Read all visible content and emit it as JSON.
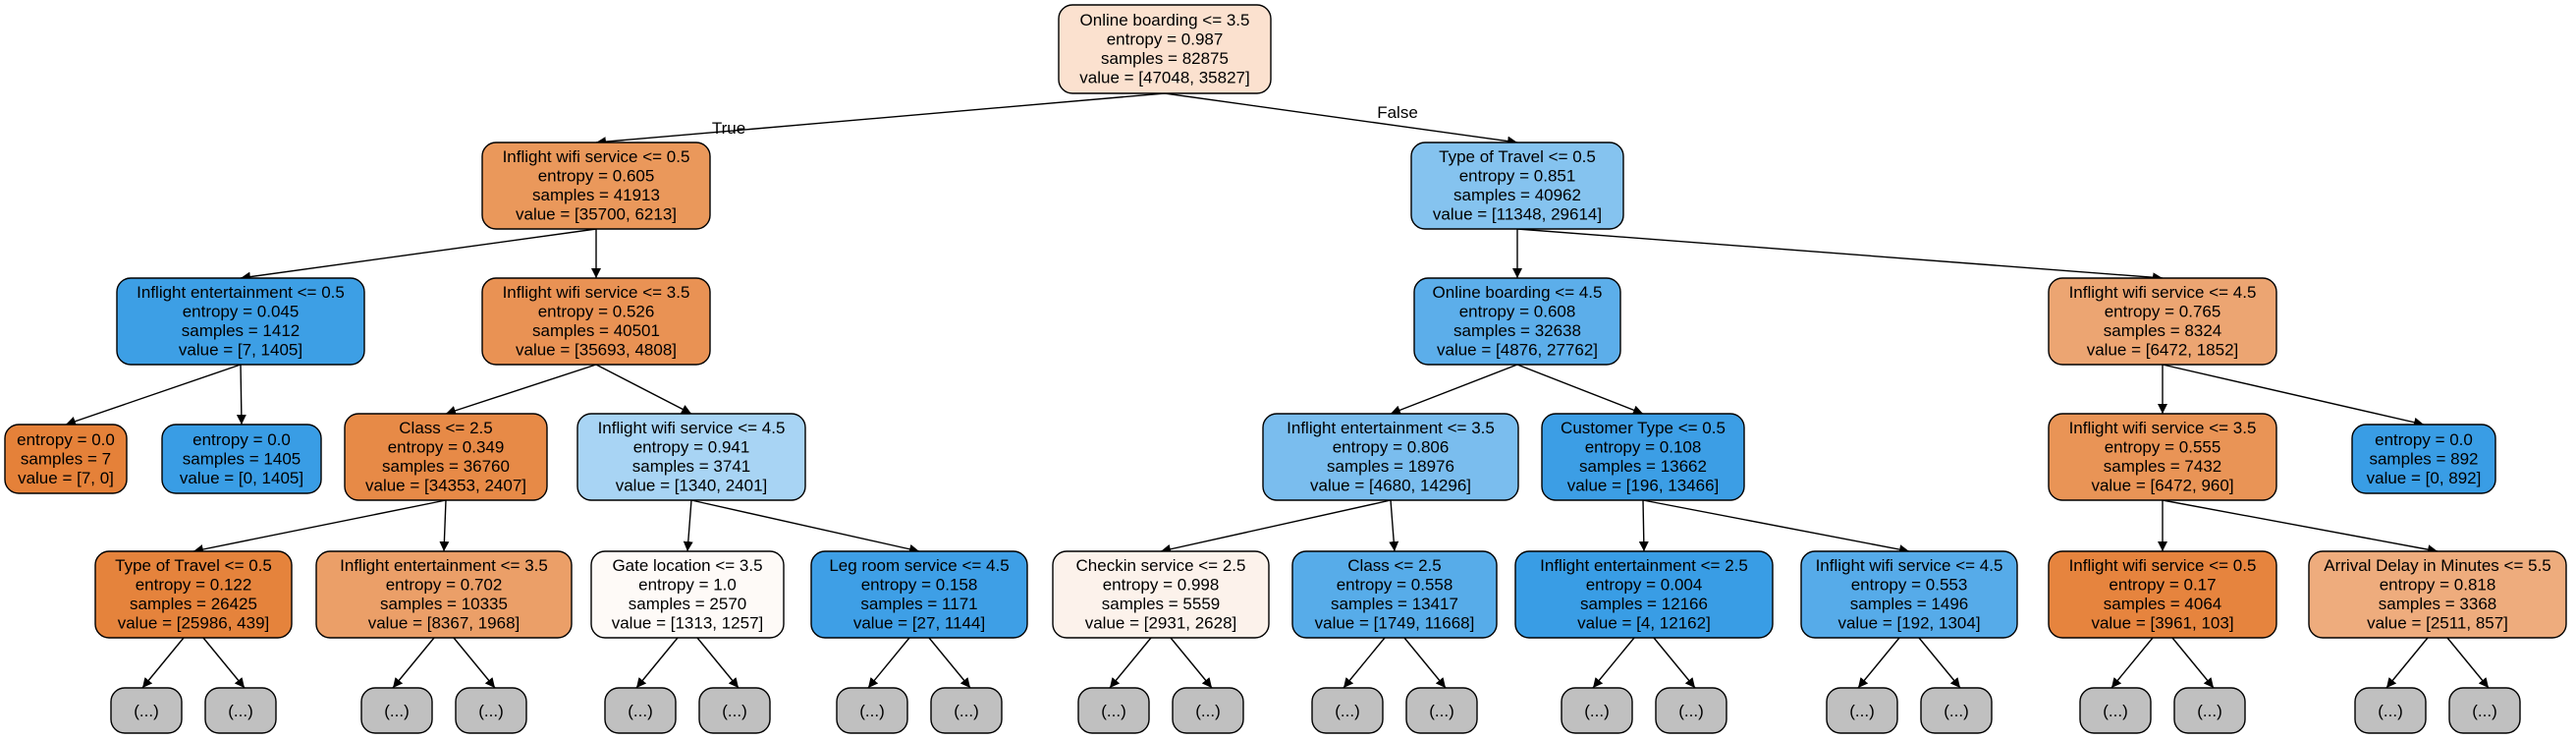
{
  "tree": {
    "nodes": [
      {
        "id": "root",
        "lines": [
          "Online boarding <= 3.5",
          "entropy = 0.987",
          "samples = 82875",
          "value = [47048, 35827]"
        ],
        "fill": "#fbe1cf"
      },
      {
        "id": "n1",
        "lines": [
          "Inflight wifi service <= 0.5",
          "entropy = 0.605",
          "samples = 41913",
          "value = [35700, 6213]"
        ],
        "fill": "#ea985b"
      },
      {
        "id": "n2",
        "lines": [
          "Type of Travel <= 0.5",
          "entropy = 0.851",
          "samples = 40962",
          "value = [11348, 29614]"
        ],
        "fill": "#85c3ef"
      },
      {
        "id": "n3",
        "lines": [
          "Inflight entertainment <= 0.5",
          "entropy = 0.045",
          "samples = 1412",
          "value = [7, 1405]"
        ],
        "fill": "#3d9fe5"
      },
      {
        "id": "n4",
        "lines": [
          "Inflight wifi service <= 3.5",
          "entropy = 0.526",
          "samples = 40501",
          "value = [35693, 4808]"
        ],
        "fill": "#e99254"
      },
      {
        "id": "n5",
        "lines": [
          "Online boarding <= 4.5",
          "entropy = 0.608",
          "samples = 32638",
          "value = [4876, 27762]"
        ],
        "fill": "#5caeea"
      },
      {
        "id": "n6",
        "lines": [
          "Inflight wifi service <= 4.5",
          "entropy = 0.765",
          "samples = 8324",
          "value = [6472, 1852]"
        ],
        "fill": "#eca572"
      },
      {
        "id": "n7",
        "lines": [
          "entropy = 0.0",
          "samples = 7",
          "value = [7, 0]"
        ],
        "fill": "#e58139"
      },
      {
        "id": "n8",
        "lines": [
          "entropy = 0.0",
          "samples = 1405",
          "value = [0, 1405]"
        ],
        "fill": "#399de5"
      },
      {
        "id": "n9",
        "lines": [
          "Class <= 2.5",
          "entropy = 0.349",
          "samples = 36760",
          "value = [34353, 2407]"
        ],
        "fill": "#e78a47"
      },
      {
        "id": "n10",
        "lines": [
          "Inflight wifi service <= 4.5",
          "entropy = 0.941",
          "samples = 3741",
          "value = [1340, 2401]"
        ],
        "fill": "#a8d4f4"
      },
      {
        "id": "n11",
        "lines": [
          "Inflight entertainment <= 3.5",
          "entropy = 0.806",
          "samples = 18976",
          "value = [4680, 14296]"
        ],
        "fill": "#7abdee"
      },
      {
        "id": "n12",
        "lines": [
          "Customer Type <= 0.5",
          "entropy = 0.108",
          "samples = 13662",
          "value = [196, 13466]"
        ],
        "fill": "#3c9ee5"
      },
      {
        "id": "n13",
        "lines": [
          "Inflight wifi service <= 3.5",
          "entropy = 0.555",
          "samples = 7432",
          "value = [6472, 960]"
        ],
        "fill": "#e99456"
      },
      {
        "id": "n14",
        "lines": [
          "entropy = 0.0",
          "samples = 892",
          "value = [0, 892]"
        ],
        "fill": "#399de5"
      },
      {
        "id": "n15",
        "lines": [
          "Type of Travel <= 0.5",
          "entropy = 0.122",
          "samples = 26425",
          "value = [25986, 439]"
        ],
        "fill": "#e5833c"
      },
      {
        "id": "n16",
        "lines": [
          "Inflight entertainment <= 3.5",
          "entropy = 0.702",
          "samples = 10335",
          "value = [8367, 1968]"
        ],
        "fill": "#eb9f68"
      },
      {
        "id": "n17",
        "lines": [
          "Gate location <= 3.5",
          "entropy = 1.0",
          "samples = 2570",
          "value = [1313, 1257]"
        ],
        "fill": "#fefaf7"
      },
      {
        "id": "n18",
        "lines": [
          "Leg room service <= 4.5",
          "entropy = 0.158",
          "samples = 1171",
          "value = [27, 1144]"
        ],
        "fill": "#3e9fe6"
      },
      {
        "id": "n19",
        "lines": [
          "Checkin service <= 2.5",
          "entropy = 0.998",
          "samples = 5559",
          "value = [2931, 2628]"
        ],
        "fill": "#fcf2eb"
      },
      {
        "id": "n20",
        "lines": [
          "Class <= 2.5",
          "entropy = 0.558",
          "samples = 13417",
          "value = [1749, 11668]"
        ],
        "fill": "#57ace9"
      },
      {
        "id": "n21",
        "lines": [
          "Inflight entertainment <= 2.5",
          "entropy = 0.004",
          "samples = 12166",
          "value = [4, 12162]"
        ],
        "fill": "#399de5"
      },
      {
        "id": "n22",
        "lines": [
          "Inflight wifi service <= 4.5",
          "entropy = 0.553",
          "samples = 1496",
          "value = [192, 1304]"
        ],
        "fill": "#56abe9"
      },
      {
        "id": "n23",
        "lines": [
          "Inflight wifi service <= 0.5",
          "entropy = 0.17",
          "samples = 4064",
          "value = [3961, 103]"
        ],
        "fill": "#e6843e"
      },
      {
        "id": "n24",
        "lines": [
          "Arrival Delay in Minutes <= 5.5",
          "entropy = 0.818",
          "samples = 3368",
          "value = [2511, 857]"
        ],
        "fill": "#eeac7d"
      }
    ],
    "edges": [
      [
        "root",
        "n1"
      ],
      [
        "root",
        "n2"
      ],
      [
        "n1",
        "n3"
      ],
      [
        "n1",
        "n4"
      ],
      [
        "n2",
        "n5"
      ],
      [
        "n2",
        "n6"
      ],
      [
        "n3",
        "n7"
      ],
      [
        "n3",
        "n8"
      ],
      [
        "n4",
        "n9"
      ],
      [
        "n4",
        "n10"
      ],
      [
        "n5",
        "n11"
      ],
      [
        "n5",
        "n12"
      ],
      [
        "n6",
        "n13"
      ],
      [
        "n6",
        "n14"
      ],
      [
        "n9",
        "n15"
      ],
      [
        "n9",
        "n16"
      ],
      [
        "n10",
        "n17"
      ],
      [
        "n10",
        "n18"
      ],
      [
        "n11",
        "n19"
      ],
      [
        "n11",
        "n20"
      ],
      [
        "n12",
        "n21"
      ],
      [
        "n12",
        "n22"
      ],
      [
        "n13",
        "n23"
      ],
      [
        "n13",
        "n24"
      ]
    ],
    "edge_labels": {
      "true": "True",
      "false": "False"
    },
    "truncated_label": "(...)",
    "truncated_fill": "#c0c0c0",
    "truncated_parents": [
      "n15",
      "n16",
      "n17",
      "n18",
      "n19",
      "n20",
      "n21",
      "n22",
      "n23",
      "n24"
    ]
  }
}
